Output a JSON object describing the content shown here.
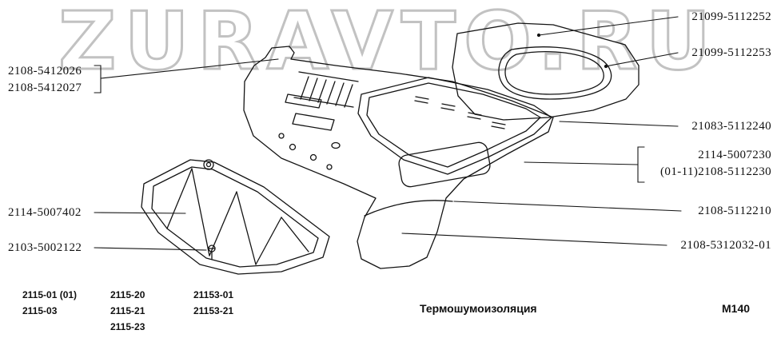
{
  "watermark": "ZURAVTO.RU",
  "parts": {
    "left_pair_1": "2108-5412026",
    "left_pair_2": "2108-5412027",
    "dash_panel": "2114-5007402",
    "plug": "2103-5002122",
    "rear_shelf_outer": "21099-5112252",
    "rear_shelf_inner": "21099-5112253",
    "rear_floor": "21083-5112240",
    "group_a": "2114-5007230",
    "group_b": "(01-11)2108-5112230",
    "mid_floor": "2108-5112210",
    "front_floor": "2108-5312032-01"
  },
  "models": {
    "col1": [
      "2115-01 (01)",
      "2115-03"
    ],
    "col2": [
      "2115-20",
      "2115-21",
      "2115-23"
    ],
    "col3": [
      "21153-01",
      "21153-21"
    ]
  },
  "footer": {
    "title": "Термошумоизоляция",
    "code": "М140"
  }
}
